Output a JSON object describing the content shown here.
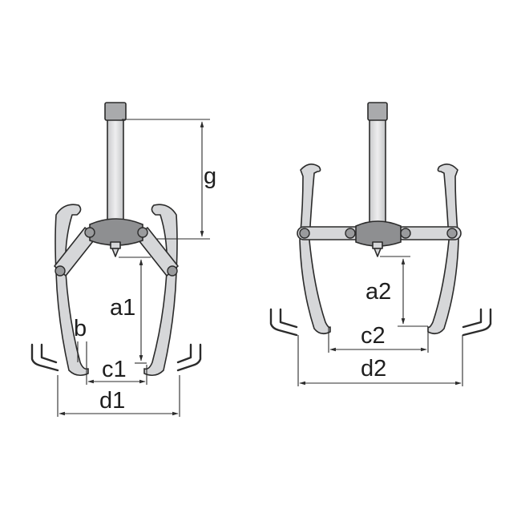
{
  "figure": {
    "type": "technical-drawing",
    "subject": "two-arm / three-arm gear puller dimension diagram",
    "colors": {
      "line": "#2b2b2b",
      "body": "#d6d7d9",
      "shade": "#8e8f91",
      "background": "#ffffff"
    }
  },
  "left_view": {
    "configuration": "collapsed (inner hooks)",
    "labels": {
      "g": "g",
      "a1": "a1",
      "b": "b",
      "c1": "c1",
      "d1": "d1"
    }
  },
  "right_view": {
    "configuration": "extended (outer hooks)",
    "labels": {
      "a2": "a2",
      "c2": "c2",
      "d2": "d2"
    }
  }
}
